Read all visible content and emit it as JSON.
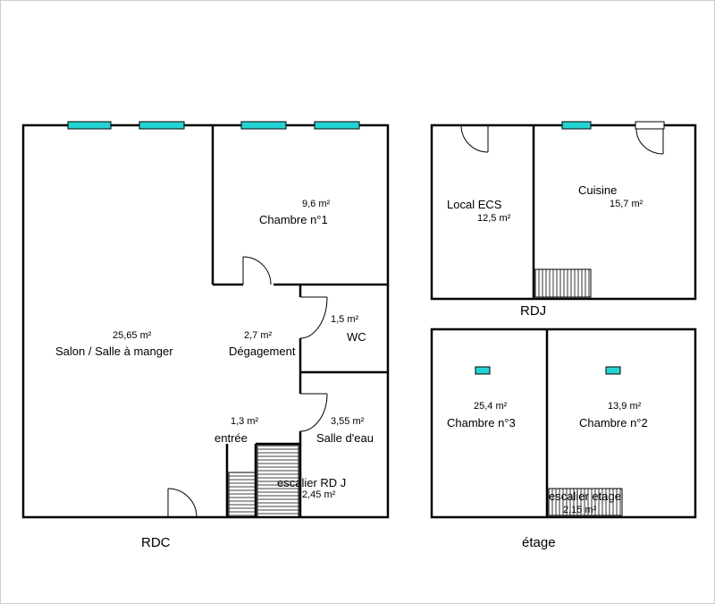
{
  "plans": {
    "rdc": "RDC",
    "rdj": "RDJ",
    "etage": "étage"
  },
  "rooms": {
    "salon": {
      "name": "Salon / Salle à manger",
      "area": "25,65  m²"
    },
    "chambre1": {
      "name": "Chambre n°1",
      "area": "9,6  m²"
    },
    "degagement": {
      "name": "Dégagement",
      "area": "2,7  m²"
    },
    "wc": {
      "name": "WC",
      "area": "1,5  m²"
    },
    "entree": {
      "name": "entrée",
      "area": "1,3  m²"
    },
    "salle_eau": {
      "name": "Salle d'eau",
      "area": "3,55  m²"
    },
    "escalier_rdj": {
      "name": "escalier RD J",
      "area": "2,45  m²"
    },
    "local_ecs": {
      "name": "Local ECS",
      "area": "12,5  m²"
    },
    "cuisine": {
      "name": "Cuisine",
      "area": "15,7  m²"
    },
    "chambre3": {
      "name": "Chambre n°3",
      "area": "25,4  m²"
    },
    "chambre2": {
      "name": "Chambre n°2",
      "area": "13,9  m²"
    },
    "escalier_etage": {
      "name": "escalier etage",
      "area": "2,15  m²"
    }
  },
  "colors": {
    "window": "#25d3d3",
    "wall": "#000000"
  }
}
